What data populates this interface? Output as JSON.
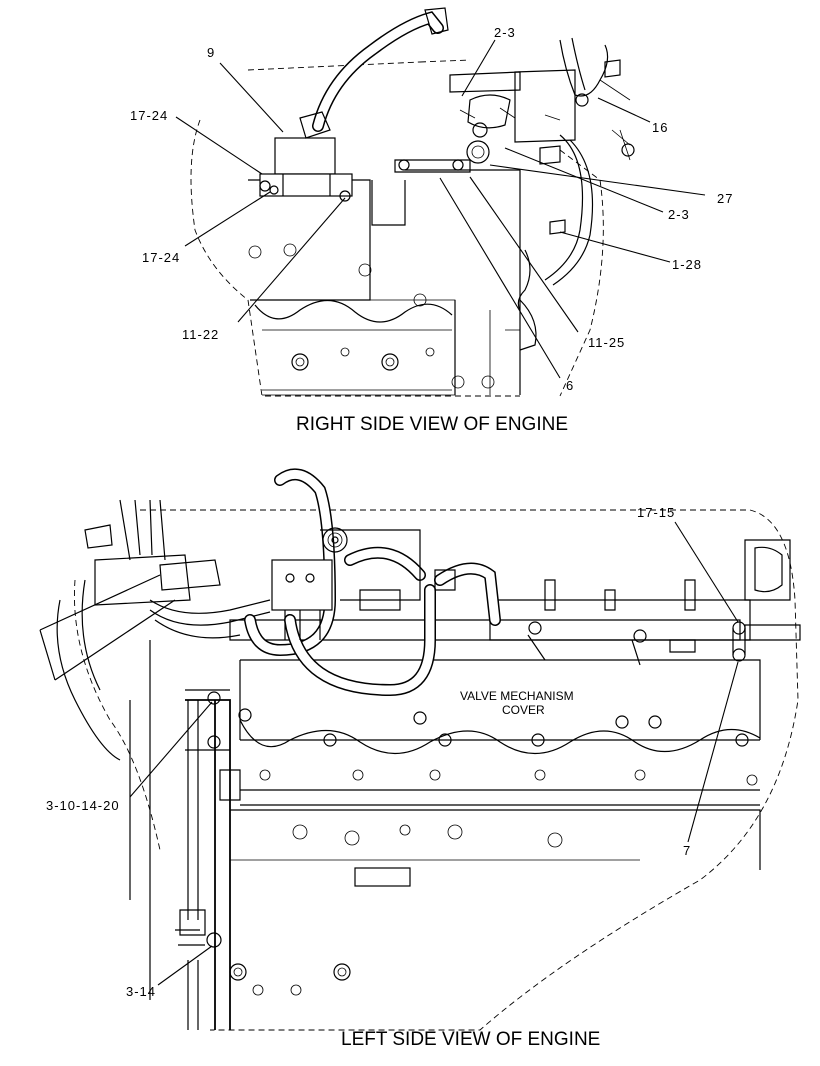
{
  "views": {
    "right": {
      "caption": "RIGHT SIDE VIEW OF ENGINE"
    },
    "left": {
      "caption": "LEFT SIDE VIEW OF ENGINE"
    }
  },
  "callouts": {
    "c9": "9",
    "c2_3a": "2-3",
    "c17_24a": "17-24",
    "c16": "16",
    "c27": "27",
    "c2_3b": "2-3",
    "c17_24b": "17-24",
    "c1_28": "1-28",
    "c11_22": "11-22",
    "c11_25": "11-25",
    "c6": "6",
    "c17_15": "17-15",
    "c3_10_14_20": "3-10-14-20",
    "c7": "7",
    "c3_14": "3-14"
  },
  "labels": {
    "cover_line1": "VALVE MECHANISM",
    "cover_line2": "COVER"
  }
}
